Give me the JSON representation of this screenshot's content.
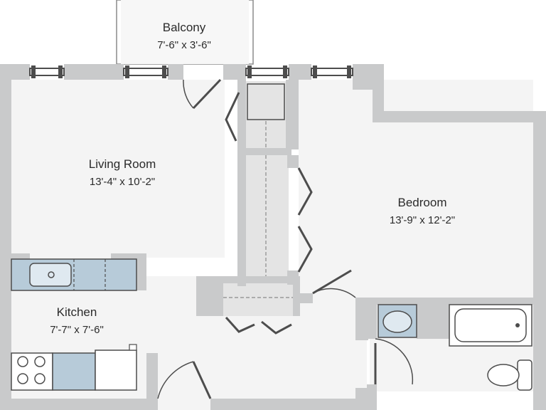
{
  "rooms": {
    "balcony": {
      "name": "Balcony",
      "dims": "7'-6\" x 3'-6\""
    },
    "living": {
      "name": "Living Room",
      "dims": "13'-4\" x 10'-2\""
    },
    "bedroom": {
      "name": "Bedroom",
      "dims": "13'-9\" x 12'-2\""
    },
    "kitchen": {
      "name": "Kitchen",
      "dims": "7'-7\" x 7'-6\""
    }
  },
  "colors": {
    "wall": "#c9cacb",
    "floor": "#f4f4f4",
    "closet": "#e4e4e4",
    "fixture": "#b7cbd9",
    "line": "#4d4d4d"
  }
}
